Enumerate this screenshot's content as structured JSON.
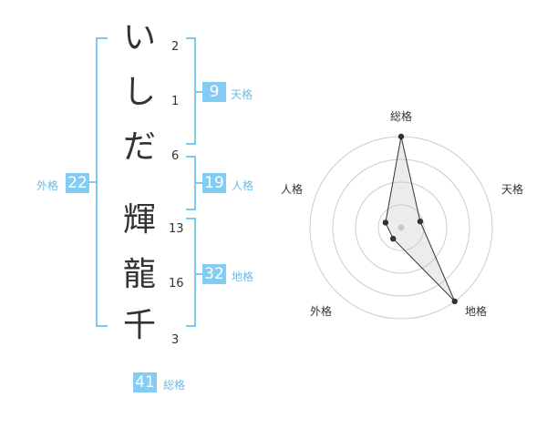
{
  "name": {
    "chars": [
      {
        "char": "い",
        "strokes": "2"
      },
      {
        "char": "し",
        "strokes": "1"
      },
      {
        "char": "だ",
        "strokes": "6"
      },
      {
        "char": "輝",
        "strokes": "13"
      },
      {
        "char": "龍",
        "strokes": "16"
      },
      {
        "char": "千",
        "strokes": "3"
      }
    ]
  },
  "kakusu": {
    "tenkaku": {
      "value": "9",
      "label": "天格"
    },
    "jinkaku": {
      "value": "19",
      "label": "人格"
    },
    "chikaku": {
      "value": "32",
      "label": "地格"
    },
    "gaikaku": {
      "value": "22",
      "label": "外格"
    },
    "soukaku": {
      "value": "41",
      "label": "総格"
    }
  },
  "colors": {
    "accent": "#83ccf3",
    "accent_text": "#6cbbe8",
    "bracket": "#7fc8f0",
    "text": "#333333"
  },
  "chart_data": {
    "type": "radar",
    "axes": [
      "総格",
      "天格",
      "地格",
      "外格",
      "人格"
    ],
    "values": [
      1.0,
      0.22,
      1.0,
      0.15,
      0.18
    ],
    "range": [
      0,
      1
    ],
    "rings": 4,
    "center_marker": true
  }
}
